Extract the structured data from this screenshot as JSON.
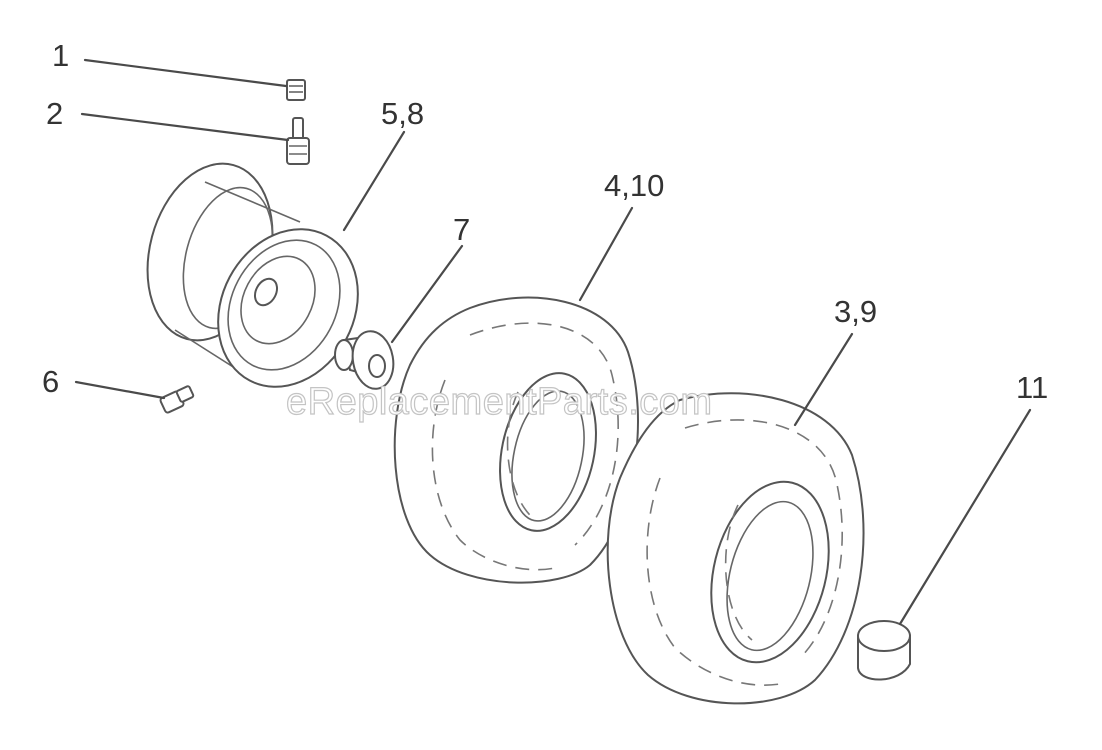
{
  "callouts": {
    "c1": "1",
    "c2": "2",
    "c58": "5,8",
    "c6": "6",
    "c7": "7",
    "c410": "4,10",
    "c39": "3,9",
    "c11": "11"
  },
  "watermark": "eReplacementParts.com"
}
